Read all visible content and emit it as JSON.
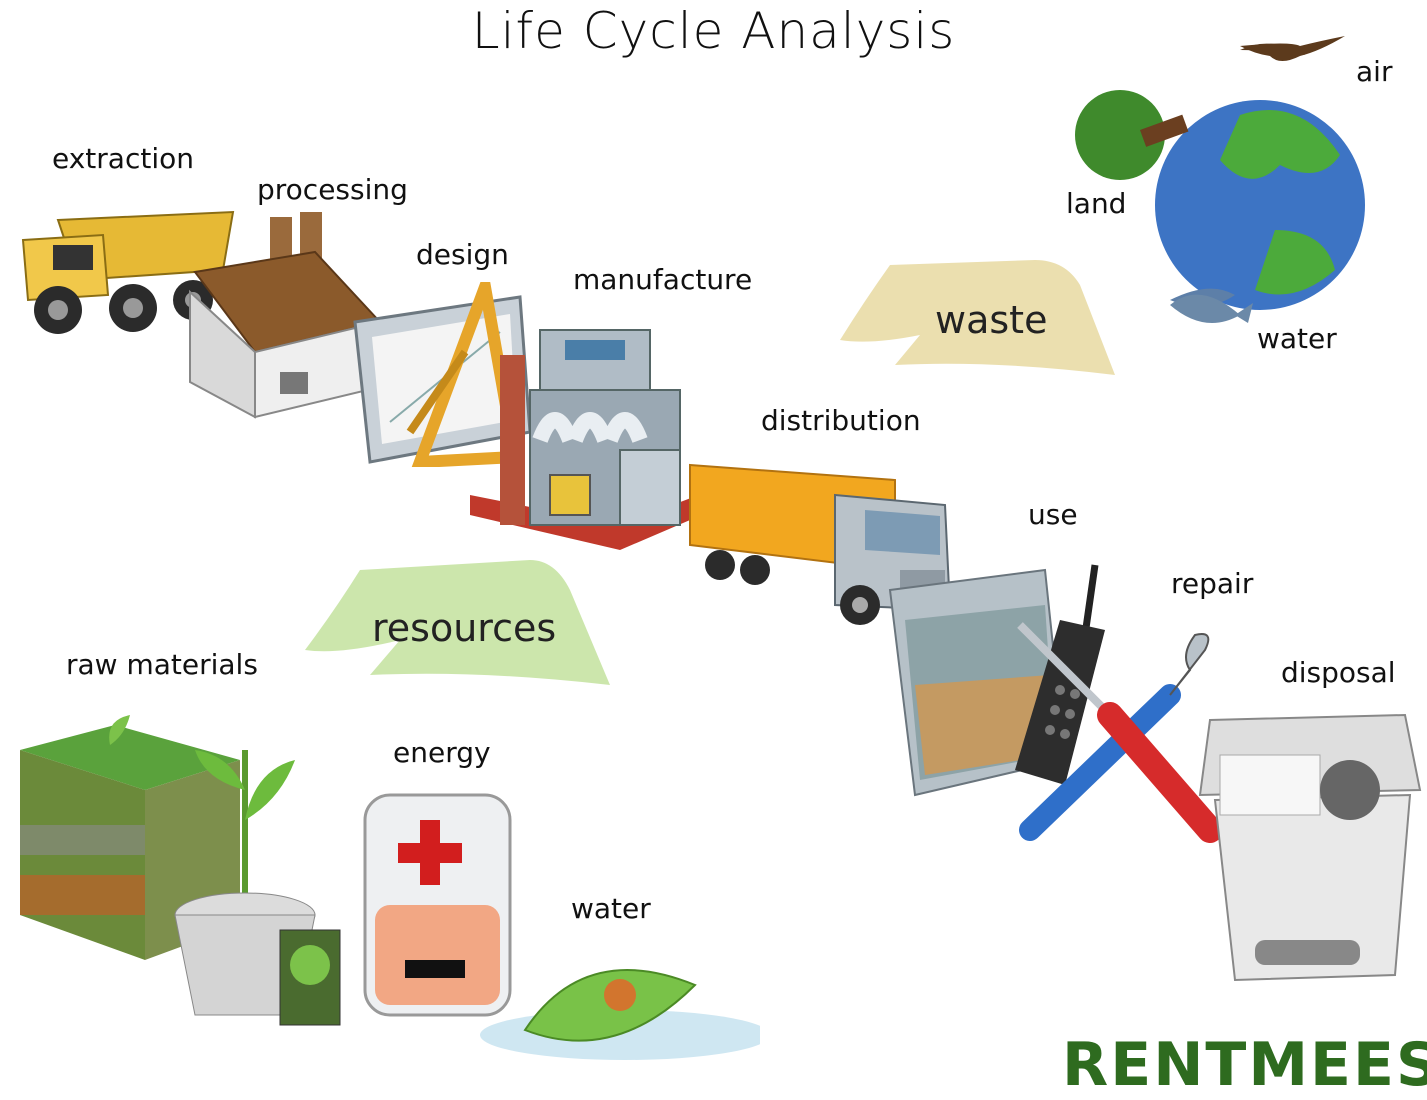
{
  "title": "Life Cycle Analysis",
  "stages": {
    "extraction": "extraction",
    "processing": "processing",
    "design": "design",
    "manufacture": "manufacture",
    "distribution": "distribution",
    "use": "use",
    "repair": "repair",
    "disposal": "disposal"
  },
  "inputs": {
    "raw_materials": "raw materials",
    "energy": "energy",
    "water": "water",
    "arrow_label": "resources"
  },
  "outputs": {
    "arrow_label": "waste",
    "air": "air",
    "land": "land",
    "water": "water"
  },
  "logo_text": "RENTMEEST",
  "colors": {
    "resources_arrow": "#c7e3a3",
    "waste_arrow": "#e9dba6",
    "logo": "#2e6b1f"
  }
}
